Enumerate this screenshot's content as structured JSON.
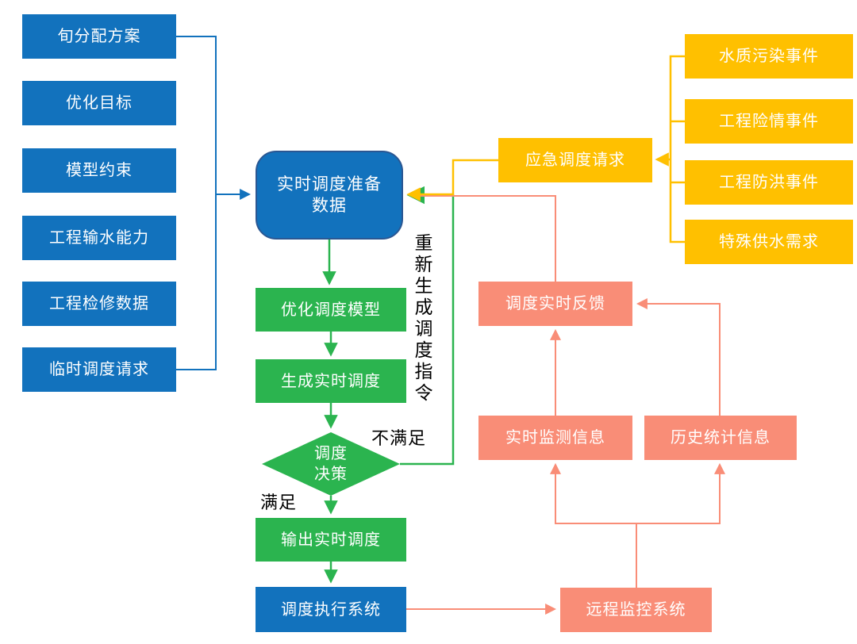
{
  "diagram": {
    "left_inputs": [
      "旬分配方案",
      "优化目标",
      "模型约束",
      "工程输水能力",
      "工程检修数据",
      "临时调度请求"
    ],
    "process": {
      "prepare_line1": "实时调度准备",
      "prepare_line2": "数据",
      "optimize_model": "优化调度模型",
      "generate_dispatch": "生成实时调度",
      "decision_line1": "调度",
      "decision_line2": "决策",
      "output_dispatch": "输出实时调度",
      "execute_system": "调度执行系统"
    },
    "emergency": {
      "request": "应急调度请求",
      "events": [
        "水质污染事件",
        "工程险情事件",
        "工程防洪事件",
        "特殊供水需求"
      ]
    },
    "monitoring": {
      "realtime_feedback": "调度实时反馈",
      "realtime_monitor": "实时监测信息",
      "history_stats": "历史统计信息",
      "remote_system": "远程监控系统"
    },
    "labels": {
      "regenerate": "重新生成调度指令",
      "not_satisfied": "不满足",
      "satisfied": "满足"
    },
    "colors": {
      "input_blue": "#1272BD",
      "process_green": "#2BB44F",
      "emergency_yellow": "#FFC000",
      "monitor_salmon": "#F98D77",
      "prepare_border_navy": "#2A5793",
      "box_text": "#FFFFFF",
      "label_text": "#000000"
    }
  }
}
